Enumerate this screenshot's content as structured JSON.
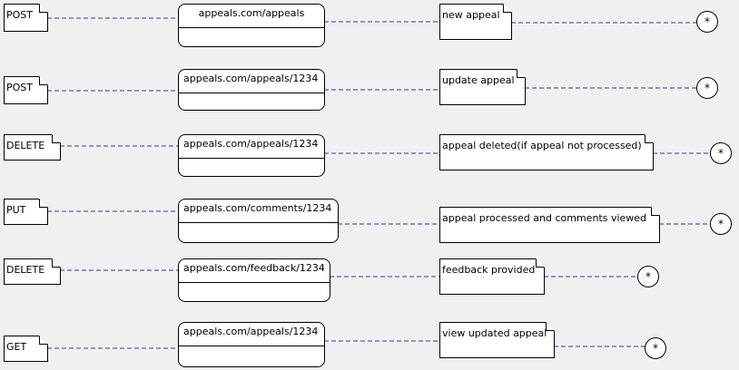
{
  "rows": [
    {
      "method": "POST",
      "endpoint": "appeals.com/appeals",
      "result": "new appeal"
    },
    {
      "method": "POST",
      "endpoint": "appeals.com/appeals/1234",
      "result": "update appeal"
    },
    {
      "method": "DELETE",
      "endpoint": "appeals.com/appeals/1234",
      "result": "appeal deleted(if appeal not processed)"
    },
    {
      "method": "PUT",
      "endpoint": "appeals.com/comments/1234",
      "result": "appeal processed and comments viewed"
    },
    {
      "method": "DELETE",
      "endpoint": "appeals.com/feedback/1234",
      "result": "feedback provided"
    },
    {
      "method": "GET",
      "endpoint": "appeals.com/appeals/1234",
      "result": "view updated appeal"
    }
  ],
  "end_marker": "*",
  "colors": {
    "background": "#f0f0f0",
    "link": "#3a3a8c",
    "box_fill": "#ffffff",
    "border": "#000000"
  }
}
